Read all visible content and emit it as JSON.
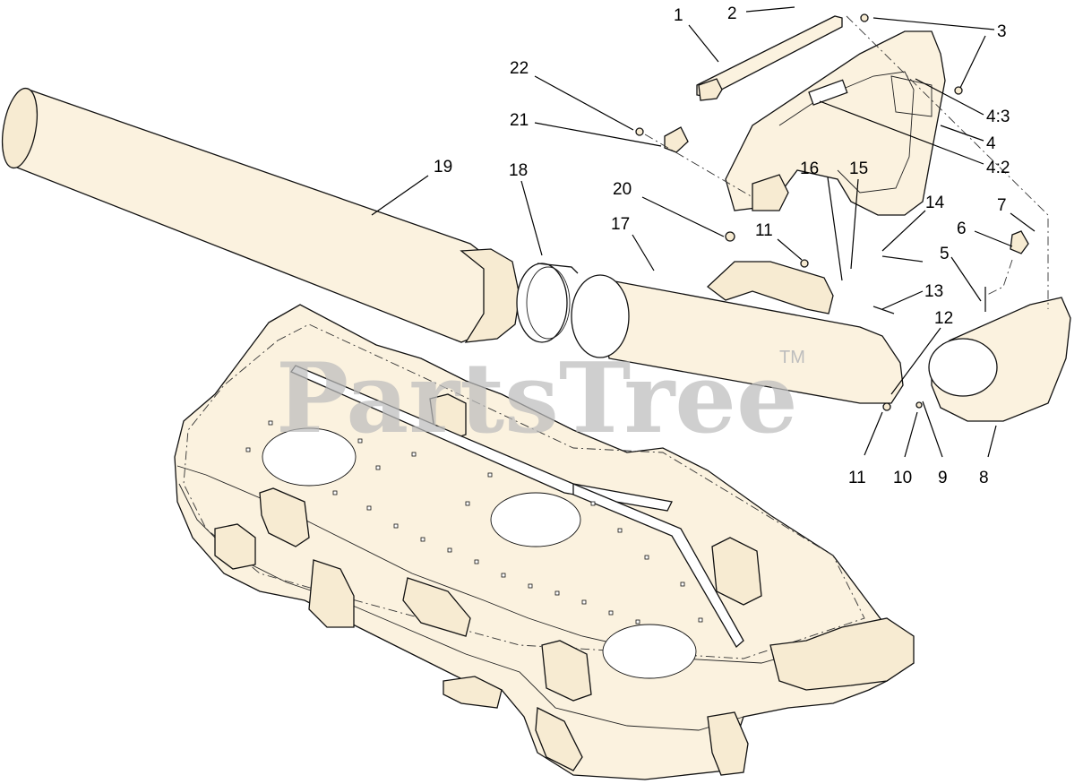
{
  "watermark": {
    "text": "PartsTree",
    "trademark": "TM"
  },
  "callouts": [
    {
      "id": "c1",
      "label": "1"
    },
    {
      "id": "c2",
      "label": "2"
    },
    {
      "id": "c3",
      "label": "3"
    },
    {
      "id": "c4-3",
      "label": "4:3"
    },
    {
      "id": "c4",
      "label": "4"
    },
    {
      "id": "c4-2",
      "label": "4:2"
    },
    {
      "id": "c22",
      "label": "22"
    },
    {
      "id": "c21",
      "label": "21"
    },
    {
      "id": "c19",
      "label": "19"
    },
    {
      "id": "c18",
      "label": "18"
    },
    {
      "id": "c20",
      "label": "20"
    },
    {
      "id": "c17",
      "label": "17"
    },
    {
      "id": "c16",
      "label": "16"
    },
    {
      "id": "c15",
      "label": "15"
    },
    {
      "id": "c14",
      "label": "14"
    },
    {
      "id": "c7",
      "label": "7"
    },
    {
      "id": "c6",
      "label": "6"
    },
    {
      "id": "c11a",
      "label": "11"
    },
    {
      "id": "c5",
      "label": "5"
    },
    {
      "id": "c13",
      "label": "13"
    },
    {
      "id": "c12",
      "label": "12"
    },
    {
      "id": "c11b",
      "label": "11"
    },
    {
      "id": "c10",
      "label": "10"
    },
    {
      "id": "c9",
      "label": "9"
    },
    {
      "id": "c8",
      "label": "8"
    }
  ]
}
